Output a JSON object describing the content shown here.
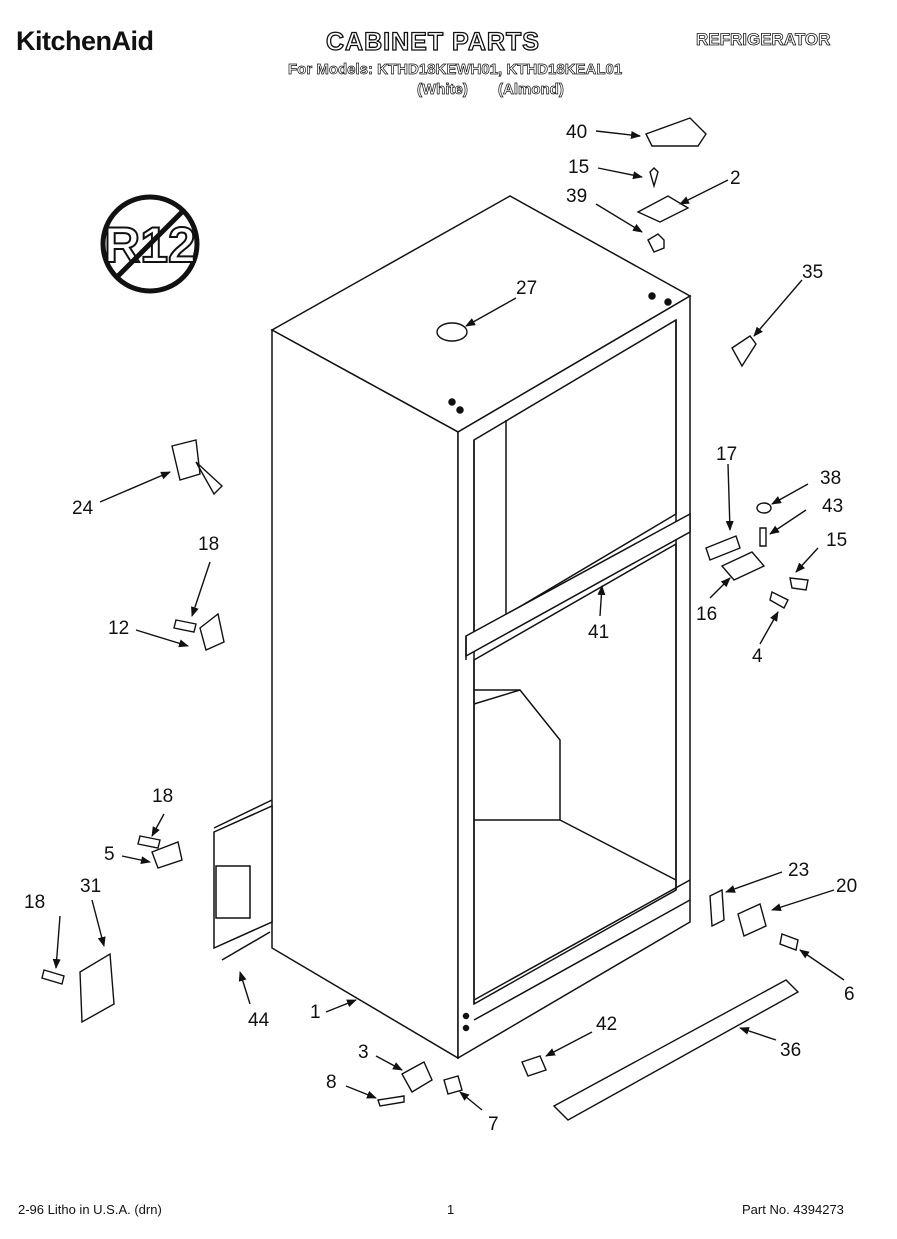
{
  "header": {
    "brand": "KitchenAid",
    "title": "CABINET PARTS",
    "category": "REFRIGERATOR",
    "models_line": "For Models: KTHD18KEWH01, KTHD18KEAL01",
    "color_white": "(White)",
    "color_almond": "(Almond)"
  },
  "badge": {
    "text": "R12"
  },
  "callouts": {
    "c40": "40",
    "c15a": "15",
    "c2": "2",
    "c39": "39",
    "c35": "35",
    "c27": "27",
    "c17": "17",
    "c38": "38",
    "c43": "43",
    "c15b": "15",
    "c16": "16",
    "c4": "4",
    "c41": "41",
    "c24": "24",
    "c18a": "18",
    "c12": "12",
    "c18b": "18",
    "c5": "5",
    "c18c": "18",
    "c31": "31",
    "c44": "44",
    "c1": "1",
    "c3": "3",
    "c8": "8",
    "c7": "7",
    "c23": "23",
    "c20": "20",
    "c6": "6",
    "c42": "42",
    "c36": "36"
  },
  "footer": {
    "left": "2-96 Litho in U.S.A. (drn)",
    "page": "1",
    "part": "Part No. 4394273"
  }
}
